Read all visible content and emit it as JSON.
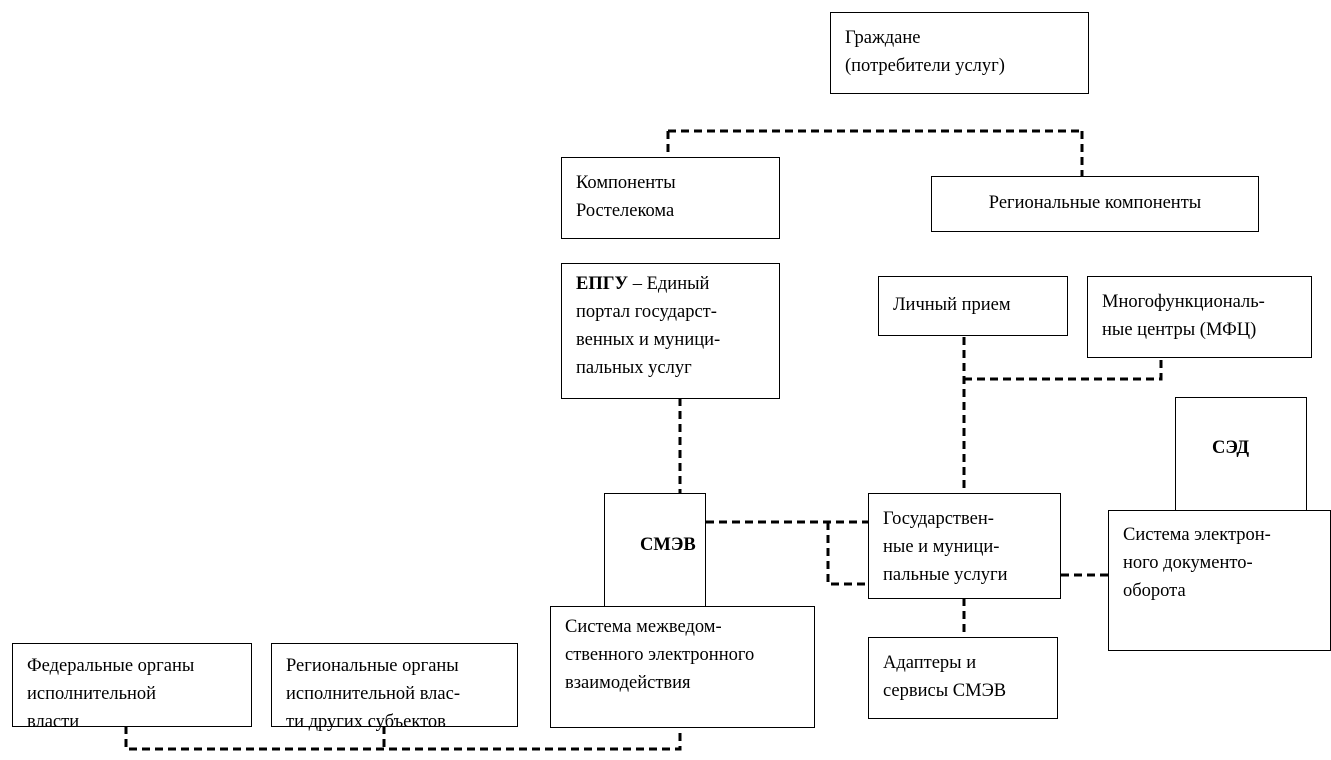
{
  "nodes": {
    "citizens": [
      "Граждане",
      "(потребители услуг)"
    ],
    "rostelecom": [
      "Компоненты",
      "Ростелекома"
    ],
    "regional_components": [
      "Региональные компоненты"
    ],
    "epgu": {
      "abbr": "ЕПГУ",
      "rest_first": " – Единый",
      "lines": [
        "портал государст-",
        "венных и муници-",
        "пальных услуг"
      ]
    },
    "personal_reception": [
      "Личный прием"
    ],
    "mfc": [
      "Многофункциональ-",
      "ные центры (МФЦ)"
    ],
    "sed_label": "СЭД",
    "smev_label": "СМЭВ",
    "edms": [
      "Система электрон-",
      "ного документо-",
      "оборота"
    ],
    "gov_services": [
      "Государствен-",
      "ные и муници-",
      "пальные услуги"
    ],
    "smev_system": [
      "Система межведом-",
      "ственного электронного",
      "взаимодействия"
    ],
    "adapters": [
      "Адаптеры и",
      "сервисы СМЭВ"
    ],
    "federal": [
      "Федеральные органы",
      "исполнительной",
      "власти"
    ],
    "regional_authorities": [
      "Региональные органы",
      "исполнительной влас-",
      "ти других субъектов"
    ]
  },
  "style": {
    "line_color": "#000000",
    "background": "#ffffff"
  }
}
